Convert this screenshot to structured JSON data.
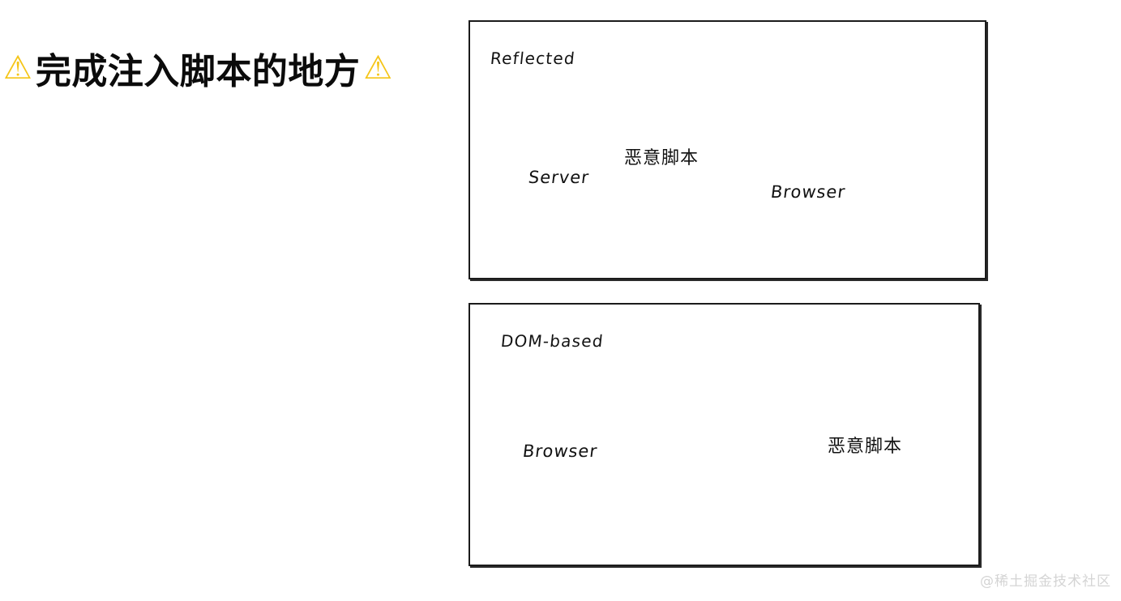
{
  "heading": {
    "warning_icon_left": "warning-emoji",
    "text": "完成注入脚本的地方",
    "warning_icon_right": "warning-emoji",
    "glyph": "⚠"
  },
  "colors": {
    "stroke": "#1b1b1b",
    "hatch": "#3aa58e",
    "hatch_fill": "#eef8f5",
    "warning_yellow": "#f5c518",
    "watermark": "#d4d4d4"
  },
  "panels": [
    {
      "id": "reflected",
      "title": "Reflected",
      "nodes": {
        "server": {
          "label": "Server",
          "shape": "cylinder"
        },
        "browser": {
          "label": "Browser",
          "shape": "rect",
          "content": "hatched-bar"
        }
      },
      "edges": [
        {
          "label": "恶意脚本",
          "from": "server",
          "to": "browser",
          "direction": "right"
        }
      ]
    },
    {
      "id": "dom-based",
      "title": "DOM-based",
      "nodes": {
        "browser": {
          "label": "Browser",
          "shape": "rect",
          "content": "hatched-bar"
        },
        "script": {
          "label": "恶意脚本",
          "shape": "blob"
        }
      },
      "edges": [
        {
          "label": "",
          "from": "browser",
          "to": "script",
          "direction": "right"
        },
        {
          "label": "",
          "from": "script",
          "to": "browser",
          "direction": "left"
        }
      ]
    }
  ],
  "watermark": "@稀土掘金技术社区"
}
